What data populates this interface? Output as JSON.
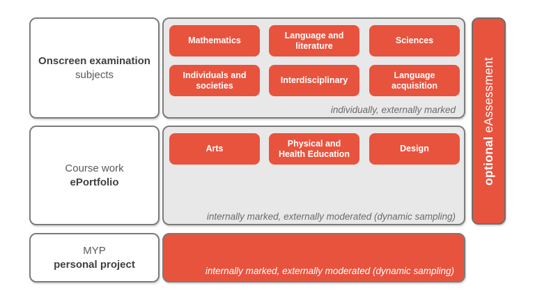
{
  "colors": {
    "accent_orange": "#e8533e",
    "panel_gray": "#e8e8e8",
    "border_gray": "#7b7b7b",
    "label_dark": "#3f3f3f",
    "label_gray": "#5a5a5a",
    "note_gray": "#6a6a6a"
  },
  "rows": [
    {
      "label_line1": "Onscreen examination",
      "label_line2": "subjects",
      "buttons": [
        "Mathematics",
        "Language and literature",
        "Sciences",
        "Individuals and societies",
        "Interdisciplinary",
        "Language acquisition"
      ],
      "note": "individually, externally marked"
    },
    {
      "label_line1": "Course work",
      "label_line2": "ePortfolio",
      "buttons": [
        "Arts",
        "Physical and Health Education",
        "Design"
      ],
      "note": "internally marked, externally moderated (dynamic sampling)"
    },
    {
      "label_line1": "MYP",
      "label_line2": "personal project",
      "note": "internally marked, externally moderated (dynamic sampling)"
    }
  ],
  "sidebar": {
    "bold_label": "optional",
    "regular_label": "eAssessment"
  }
}
